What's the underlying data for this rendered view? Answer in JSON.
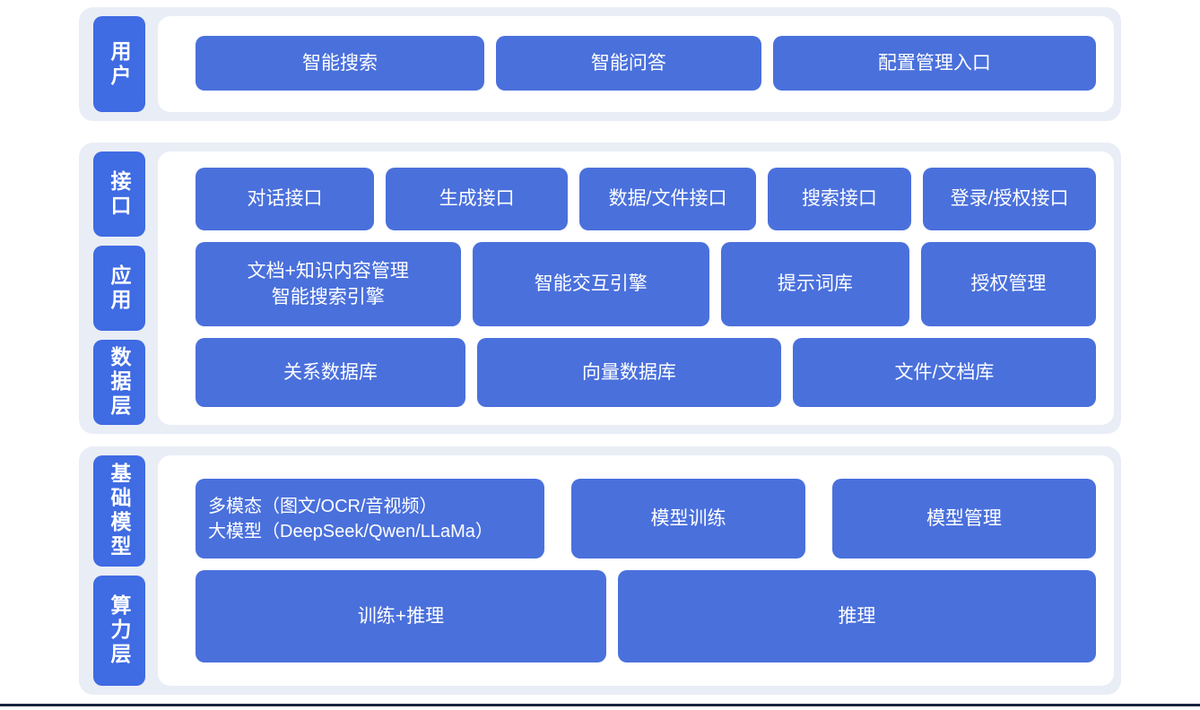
{
  "colors": {
    "band_background": "#e9edf6",
    "panel_background": "#ffffff",
    "box_blue": "#4a70dc",
    "label_blue": "#3f6be3",
    "text_on_blue": "#ffffff",
    "bottom_rule": "#17233f"
  },
  "diagram": {
    "sections": [
      {
        "side_labels": [
          "用户"
        ],
        "rows": [
          {
            "boxes": [
              "智能搜索",
              "智能问答",
              "配置管理入口"
            ]
          }
        ]
      },
      {
        "side_labels": [
          "接口",
          "应用",
          "数据层"
        ],
        "rows": [
          {
            "boxes": [
              "对话接口",
              "生成接口",
              "数据/文件接口",
              "搜索接口",
              "登录/授权接口"
            ]
          },
          {
            "boxes": [
              "文档+知识内容管理\n智能搜索引擎",
              "智能交互引擎",
              "提示词库",
              "授权管理"
            ]
          },
          {
            "boxes": [
              "关系数据库",
              "向量数据库",
              "文件/文档库"
            ]
          }
        ]
      },
      {
        "side_labels": [
          "基础模型",
          "算力层"
        ],
        "rows": [
          {
            "boxes": [
              "多模态（图文/OCR/音视频）\n大模型（DeepSeek/Qwen/LLaMa）",
              "模型训练",
              "模型管理"
            ]
          },
          {
            "boxes": [
              "训练+推理",
              "推理"
            ]
          }
        ]
      }
    ]
  }
}
